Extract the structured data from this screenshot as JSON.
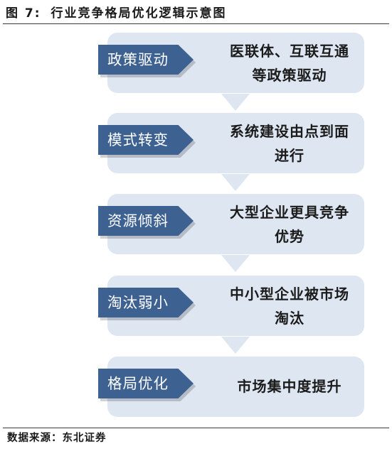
{
  "figure": {
    "number": "图 7:",
    "title": "行业竞争格局优化逻辑示意图"
  },
  "steps": [
    {
      "label": "政策驱动",
      "description": "医联体、互联互通等政策驱动"
    },
    {
      "label": "模式转变",
      "description": "系统建设由点到面进行"
    },
    {
      "label": "资源倾斜",
      "description": "大型企业更具竞争优势"
    },
    {
      "label": "淘汰弱小",
      "description": "中小型企业被市场淘汰"
    },
    {
      "label": "格局优化",
      "description": "市场集中度提升"
    }
  ],
  "source": "数据来源：东北证券",
  "colors": {
    "label_fill": "#3d6191",
    "card_fill": "#dde6f1",
    "arrow_fill": "#dde6f1"
  }
}
